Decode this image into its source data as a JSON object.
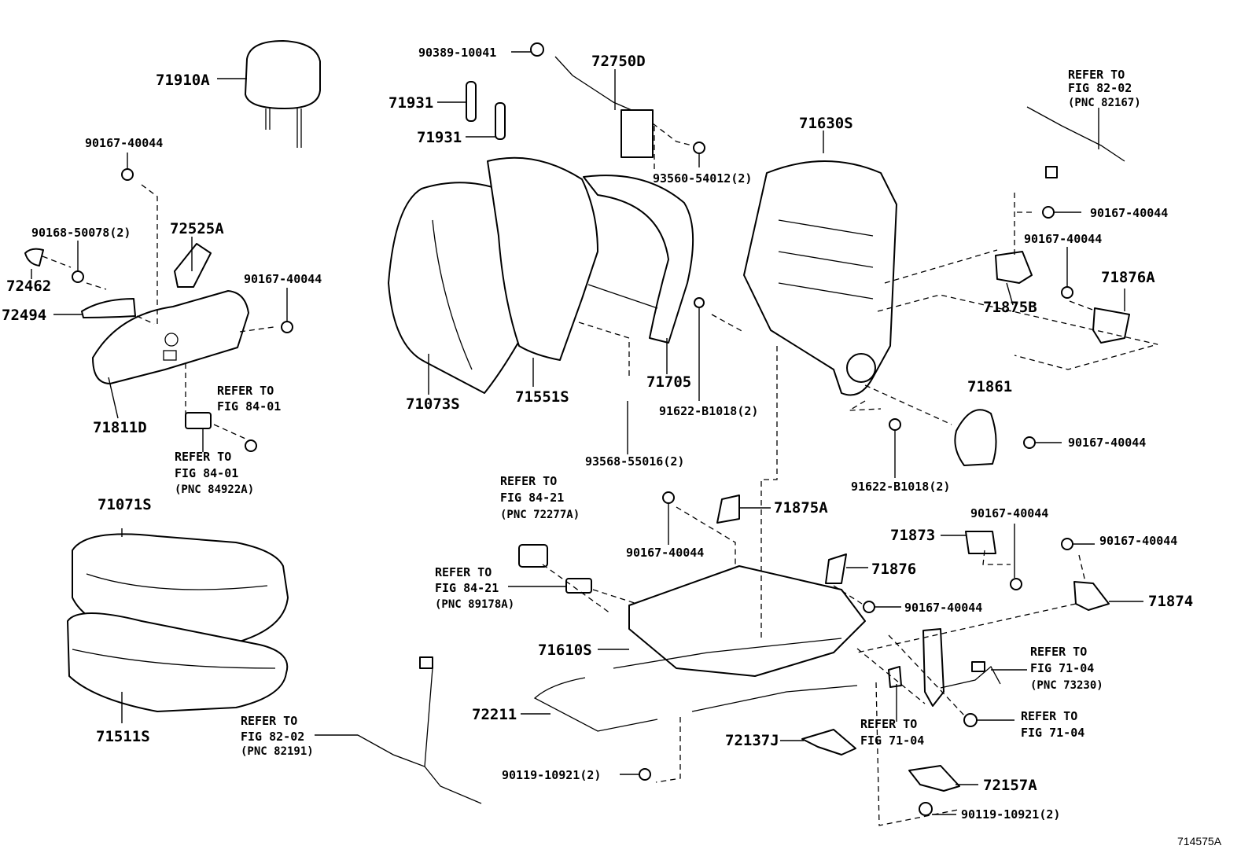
{
  "labels": {
    "p71910A": "71910A",
    "p90167_a": "90167-40044",
    "p72525A": "72525A",
    "p90168": "90168-50078(2)",
    "p72462": "72462",
    "p72494": "72494",
    "p90167_b": "90167-40044",
    "p71811D": "71811D",
    "ref84_01_a": [
      "REFER TO",
      "FIG 84-01"
    ],
    "ref84_01_b": [
      "REFER TO",
      "FIG 84-01",
      "(PNC 84922A)"
    ],
    "p71071S": "71071S",
    "p71511S": "71511S",
    "ref82_02_b": [
      "REFER TO",
      "FIG 82-02",
      "(PNC 82191)"
    ],
    "p90389": "90389-10041",
    "p72750D": "72750D",
    "p71931_a": "71931",
    "p71931_b": "71931",
    "p93560": "93560-54012(2)",
    "p71073S": "71073S",
    "p71551S": "71551S",
    "p71705": "71705",
    "p93568": "93568-55016(2)",
    "p71630S": "71630S",
    "p91622_a": "91622-B1018(2)",
    "p91622_b": "91622-B1018(2)",
    "ref82_02_a": [
      "REFER TO",
      "FIG 82-02",
      "(PNC 82167)"
    ],
    "p90167_c": "90167-40044",
    "p90167_d": "90167-40044",
    "p71876A": "71876A",
    "p71875B": "71875B",
    "p71861": "71861",
    "p90167_e": "90167-40044",
    "ref84_21_a": [
      "REFER TO",
      "FIG 84-21",
      "(PNC 72277A)"
    ],
    "ref84_21_b": [
      "REFER TO",
      "FIG 84-21",
      "(PNC 89178A)"
    ],
    "p90167_f": "90167-40044",
    "p71875A": "71875A",
    "p90167_g": "90167-40044",
    "p71873": "71873",
    "p90167_h": "90167-40044",
    "p71876": "71876",
    "p90167_i": "90167-40044",
    "p71874": "71874",
    "ref71_04_a": [
      "REFER TO",
      "FIG 71-04",
      "(PNC 73230)"
    ],
    "p71610S": "71610S",
    "p72211": "72211",
    "ref71_04_b": [
      "REFER TO",
      "FIG 71-04"
    ],
    "ref71_04_c": [
      "REFER TO",
      "FIG 71-04"
    ],
    "p72137J": "72137J",
    "p72157A": "72157A",
    "p90119_a": "90119-10921(2)",
    "p90119_b": "90119-10921(2)",
    "illus_no": "714575A"
  }
}
